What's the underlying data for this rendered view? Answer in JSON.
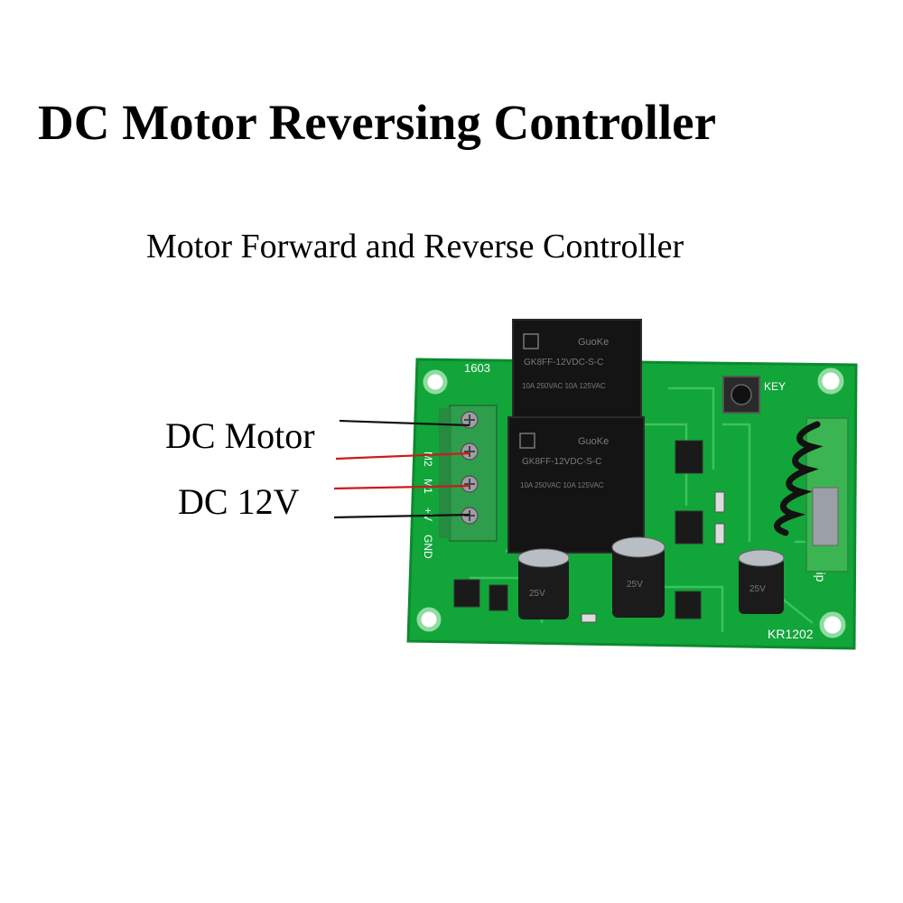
{
  "title": "DC Motor Reversing Controller",
  "subtitle": "Motor Forward and Reverse Controller",
  "labels": {
    "motor": "DC Motor",
    "power": "DC 12V"
  },
  "board": {
    "model_top": "1603",
    "model_bottom": "KR1202",
    "key_label": "KEY",
    "silk_brand": "qiachip",
    "terminal_labels": [
      "M2",
      "M1",
      "+V",
      "GND"
    ],
    "relay_top_text": [
      "GuoKe",
      "GK8FF-12VDC-S-C",
      "10A 250VAC  10A 125VAC"
    ],
    "relay_bottom_text": [
      "GuoKe",
      "GK8FF-12VDC-S-C",
      "10A 250VAC  10A 125VAC"
    ],
    "cap_text": "25V"
  },
  "colors": {
    "pcb": "#12a53a",
    "pcb_edge": "#0d8a2f",
    "trace": "#3cc25c",
    "terminal": "#2f9e4c",
    "relay": "#141414",
    "capacitor": "#1b1b1b",
    "wire_black": "#111111",
    "wire_red": "#cc1a1a"
  }
}
